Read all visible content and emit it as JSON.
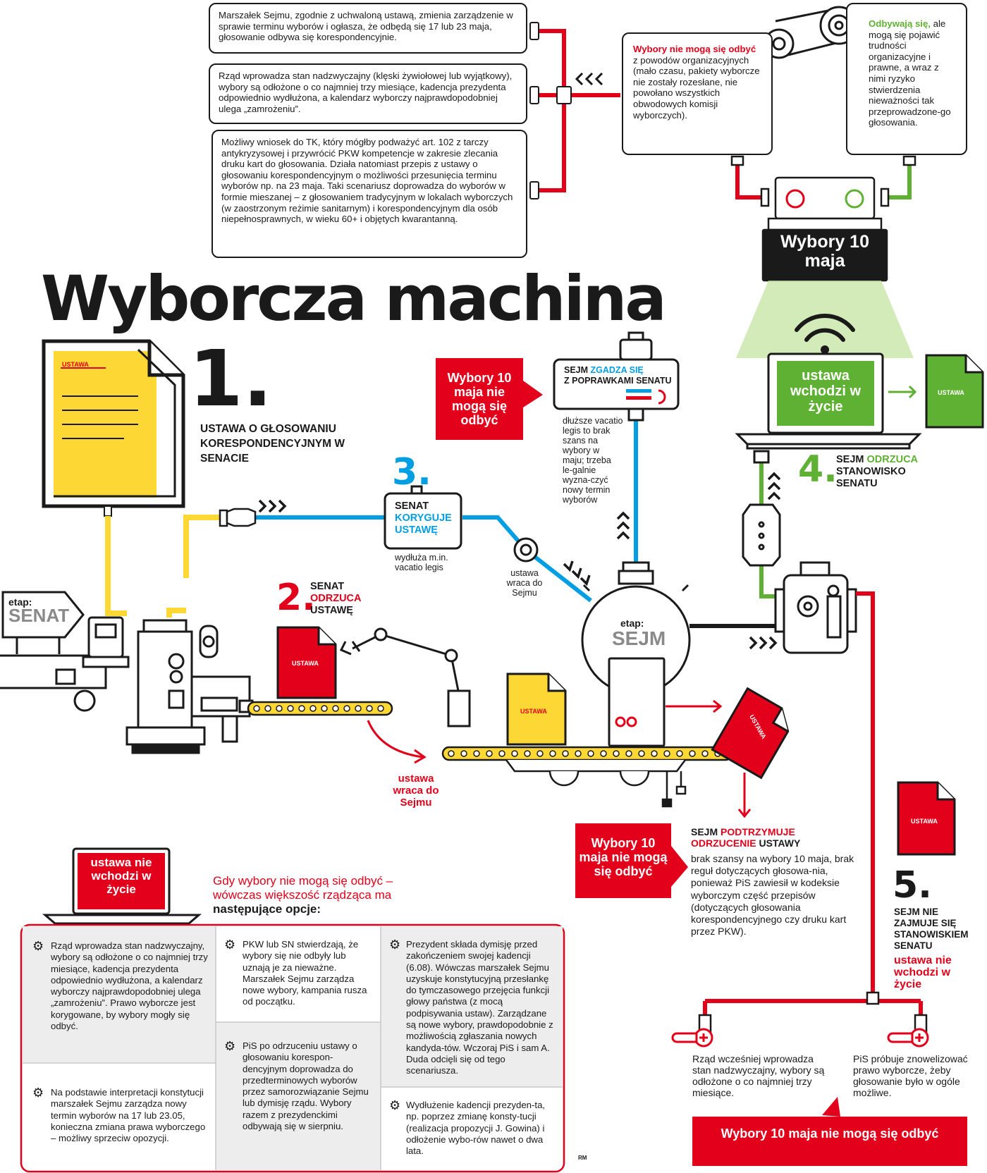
{
  "title": "Wyborcza machina",
  "top_boxes": {
    "box1": "Marszałek Sejmu, zgodnie z uchwaloną ustawą, zmienia zarządzenie w sprawie terminu wyborów i ogłasza, że odbędą się 17 lub 23 maja, głosowanie odbywa się korespondencyjnie.",
    "box2": "Rząd wprowadza stan nadzwyczajny (klęski żywiołowej lub wyjątkowy), wybory są odłożone o co najmniej trzy miesiące, kadencja prezydenta odpowiednio wydłużona, a kalendarz wyborczy najprawdopodobniej ulega „zamrożeniu”.",
    "box3": "Możliwy wniosek do TK, który mógłby podważyć art. 102 z tarczy antykryzysowej i przywrócić PKW kompetencje w zakresie zlecania druku kart do głosowania. Działa natomiast przepis z ustawy o głosowaniu korespondencyjnym o możliwości przesunięcia terminu wyborów np. na 23 maja. Taki scenariusz doprowadza do wyborów w formie mieszanej – z głosowaniem tradycyjnym w lokalach wyborczych (w zaostrzonym reżimie sanitarnym) i korespondencyjnym dla osób niepełnosprawnych, w wieku 60+ i objętych kwarantanną."
  },
  "wybory_nie_moga": {
    "red": "Wybory nie mogą się odbyć",
    "rest": " z powodów organizacyjnych (mało czasu, pakiety wyborcze nie zostały rozesłane, nie powołano wszystkich obwodowych komisji wyborczych)."
  },
  "odbywaja_sie": {
    "green": "Odbywają się,",
    "rest": "ale mogą się pojawić trudności organizacyjne i prawne, a wraz z nimi ryzyko stwierdzenia nieważności tak przeprowadzone-go głosowania."
  },
  "wybory_10_maja": "Wybory 10 maja",
  "ustawa_label": "USTAWA",
  "step1": {
    "num": "1.",
    "text": "USTAWA O GŁOSOWANIU KORESPONDENCYJNYM W SENACIE"
  },
  "etap_senat": {
    "label": "etap:",
    "name": "SENAT"
  },
  "step2": {
    "num": "2.",
    "line1": "SENAT",
    "line2_red": "ODRZUCA",
    "line3": "USTAWĘ"
  },
  "step3": {
    "num": "3.",
    "line1": "SENAT",
    "line2_blue": "KORYGUJE",
    "line3_blue": "USTAWĘ",
    "note": "wydłuża m.in. vacatio legis"
  },
  "ustawa_wraca_blue": "ustawa wraca do Sejmu",
  "ustawa_wraca_red": "ustawa wraca do Sejmu",
  "callout_a": "Wybory 10 maja nie mogą się odbyć",
  "sejm_zgadza": {
    "black": "SEJM",
    "blue": "ZGADZA SIĘ",
    "rest": "Z POPRAWKAMI SENATU"
  },
  "dluzsze": "dłuższe vacatio legis to brak szans na wybory w maju; trzeba le-galnie wyzna-czyć nowy termin wyborów",
  "etap_sejm": {
    "label": "etap:",
    "name": "SEJM"
  },
  "ustawa_wchodzi": "ustawa wchodzi w życie",
  "step4": {
    "num": "4.",
    "black": "SEJM",
    "green": "ODRZUCA",
    "rest": "STANOWISKO SENATU"
  },
  "sejm_podtrzymuje": {
    "black": "SEJM",
    "red": "PODTRZYMUJE ODRZUCENIE",
    "rest": "USTAWY",
    "text": "brak szansy na wybory 10 maja, brak reguł dotyczących głosowa-nia, ponieważ PiS zawiesił w kodeksie wyborczym część przepisów (dotyczących głosowania korespondencyjnego czy druku kart przez PKW)."
  },
  "callout_b": "Wybory 10 maja nie mogą się odbyć",
  "step5": {
    "num": "5.",
    "line": "SEJM NIE ZAJMUJE SIĘ STANOWISKIEM SENATU",
    "red": "ustawa nie wchodzi w życie"
  },
  "bottom_left_texts": {
    "a": "Rząd wcześniej wprowadza stan nadzwyczajny, wybory są odłożone o co najmniej trzy miesiące.",
    "b": "PiS próbuje znowelizować prawo wyborcze, żeby głosowanie było w ogóle możliwe."
  },
  "callout_c": "Wybory 10 maja nie mogą się odbyć",
  "laptop_bottom": "ustawa nie wchodzi w życie",
  "options_header": {
    "red": "Gdy wybory nie mogą się odbyć – wówczas większość rządząca ma ",
    "bold": "następujące opcje:"
  },
  "options": [
    "Rząd wprowadza stan nadzwyczajny, wybory są odłożone o co najmniej trzy miesiące, kadencja prezydenta odpowiednio wydłużona, a kalendarz wyborczy najprawdopodobniej ulega „zamrożeniu”. Prawo wyborcze jest korygowane, by wybory mogły się odbyć.",
    "Na podstawie interpretacji konstytucji marszałek Sejmu zarządza nowy termin wyborów na 17 lub 23.05, konieczna zmiana prawa wyborczego – możliwy sprzeciw opozycji.",
    "PKW lub SN stwierdzają, że wybory się nie odbyły lub uznają je za nieważne. Marszałek Sejmu zarządza nowe wybory, kampania rusza od początku.",
    "PiS po odrzuceniu ustawy o głosowaniu korespon-dencyjnym doprowadza do przedterminowych wyborów przez samorozwiązanie Sejmu lub dymisję rządu. Wybory razem z prezydenckimi odbywają się w sierpniu.",
    "Prezydent składa dymisję przed zakończeniem swojej kadencji (6.08). Wówczas marszałek Sejmu uzyskuje konstytucyjną przesłankę do tymczasowego przejęcia funkcji głowy państwa (z mocą podpisywania ustaw). Zarządzane są nowe wybory, prawdopodobnie z możliwością zgłaszania nowych kandyda-tów. Wczoraj PiS i sam A. Duda odcięli się od tego scenariusza.",
    "Wydłużenie kadencji prezyden-ta, np. poprzez zmianę konsty-tucji (realizacja propozycji J. Gowina) i odłożenie wybo-rów nawet o dwa lata."
  ],
  "credit": "RM",
  "colors": {
    "red": "#e2001a",
    "blue": "#009fe3",
    "green": "#5fb133",
    "yellow": "#fdd835",
    "dark": "#1a1a1a"
  }
}
